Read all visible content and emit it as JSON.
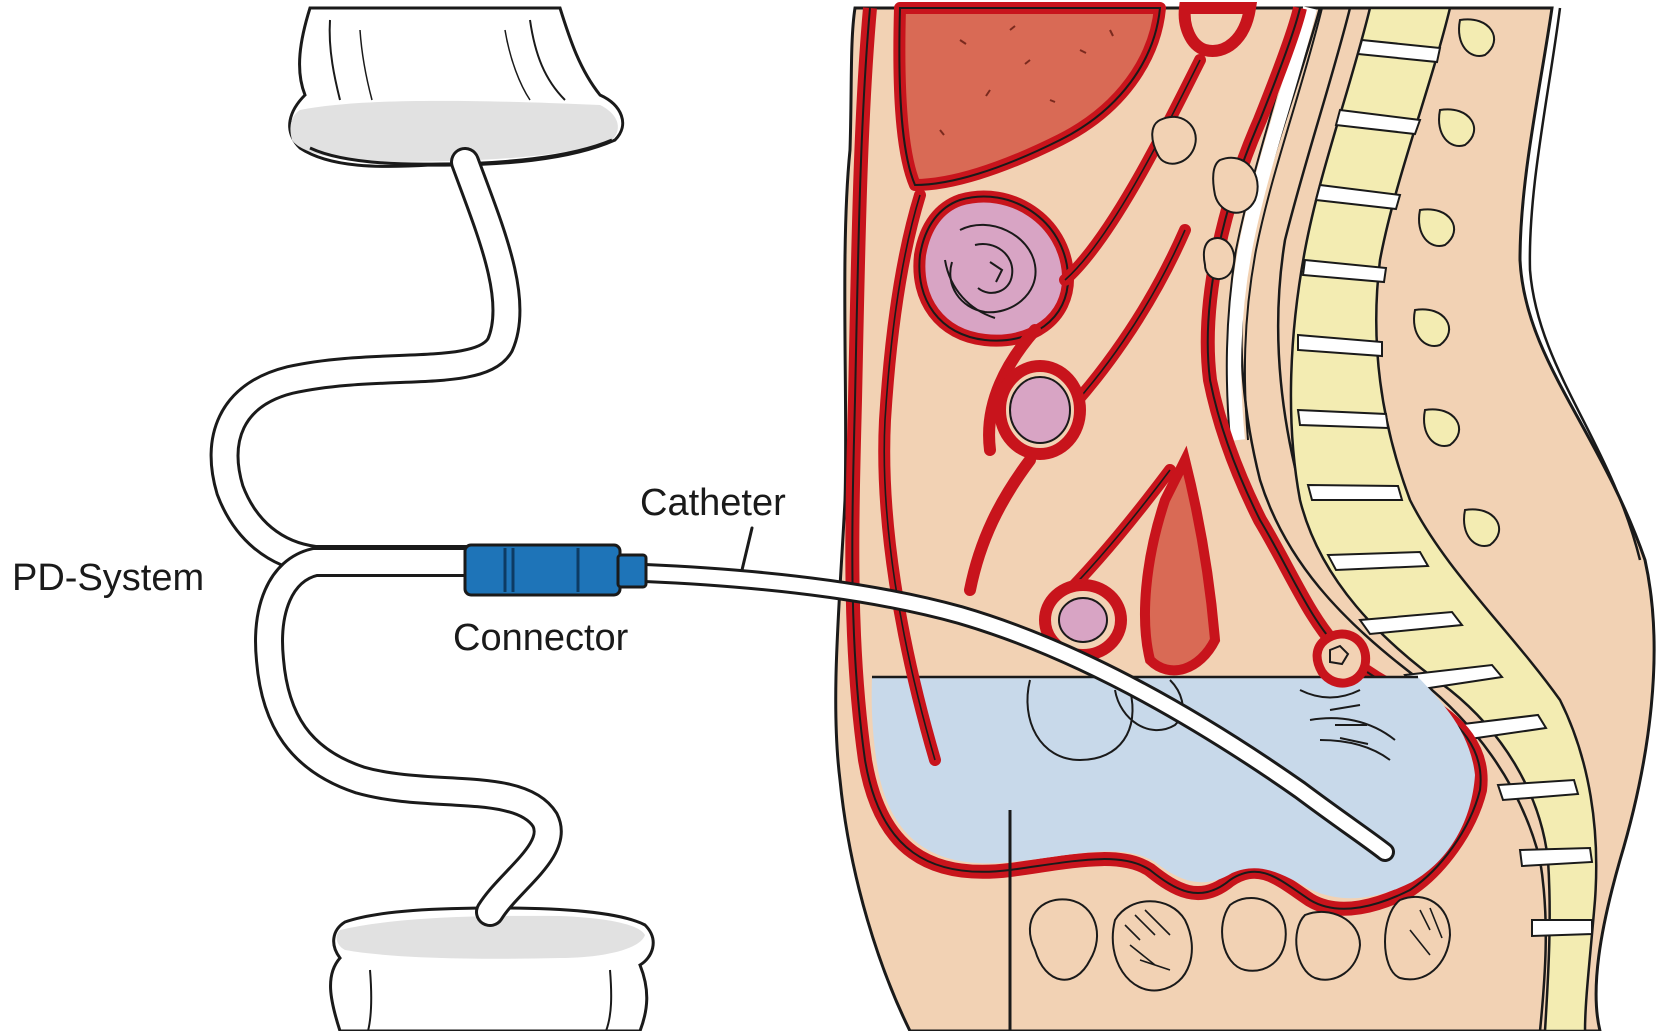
{
  "labels": {
    "pd_system": "PD-System",
    "connector": "Connector",
    "catheter": "Catheter"
  },
  "colors": {
    "background": "#ffffff",
    "outline": "#1a1a1a",
    "skin": "#f2d2b4",
    "skin_dark": "#e9c19d",
    "peritoneum": "#c8141c",
    "liver": "#d96a55",
    "dialysate": "#c8d9ea",
    "vertebra": "#f3ecb2",
    "kidney": "#d8a4c4",
    "connector": "#1e74b8",
    "bag": "#e1e1e1",
    "tube": "#ffffff"
  },
  "icons": {
    "upper_bag": "fluid-bag-icon",
    "lower_bag": "drain-bag-icon"
  }
}
